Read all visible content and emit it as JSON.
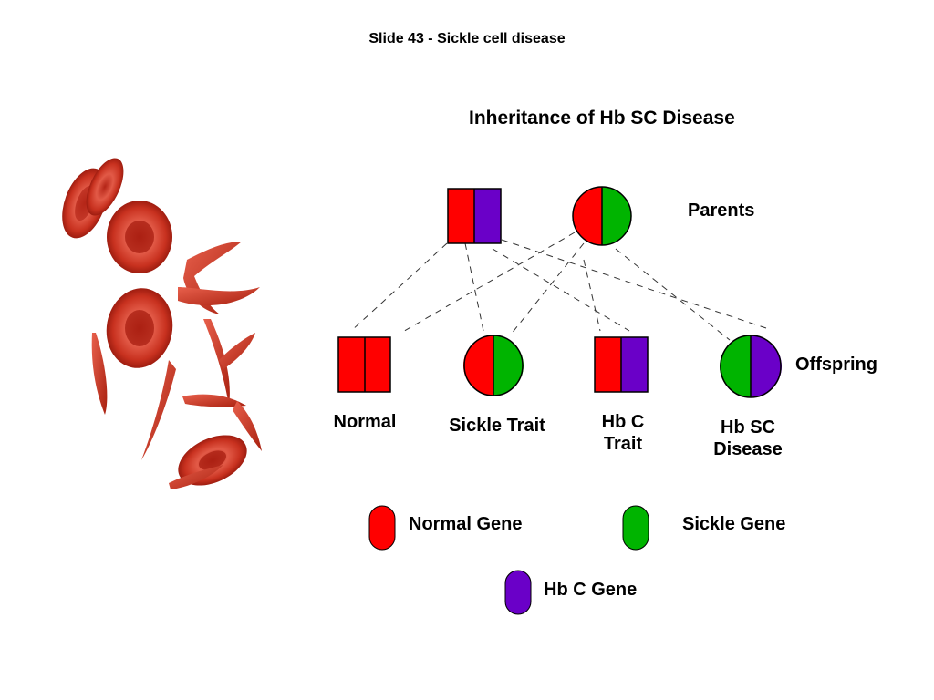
{
  "slide_title": "Slide 43 - Sickle cell disease",
  "image": {
    "subject": "red blood cells (normal and sickle-shaped)"
  },
  "diagram": {
    "title": "Inheritance of Hb SC Disease",
    "parents_label": "Parents",
    "offspring_label": "Offspring",
    "offspring": [
      {
        "label_line1": "Normal",
        "label_line2": ""
      },
      {
        "label_line1": "Sickle Trait",
        "label_line2": ""
      },
      {
        "label_line1": "Hb C",
        "label_line2": "Trait"
      },
      {
        "label_line1": "Hb SC",
        "label_line2": "Disease"
      }
    ],
    "legend": {
      "normal": "Normal  Gene",
      "sickle": "Sickle  Gene",
      "hbc": "Hb C  Gene"
    }
  },
  "colors": {
    "normal_gene": "#ff0000",
    "sickle_gene": "#00b400",
    "hbc_gene": "#6a00c8",
    "cell_red": "#d0392b"
  }
}
